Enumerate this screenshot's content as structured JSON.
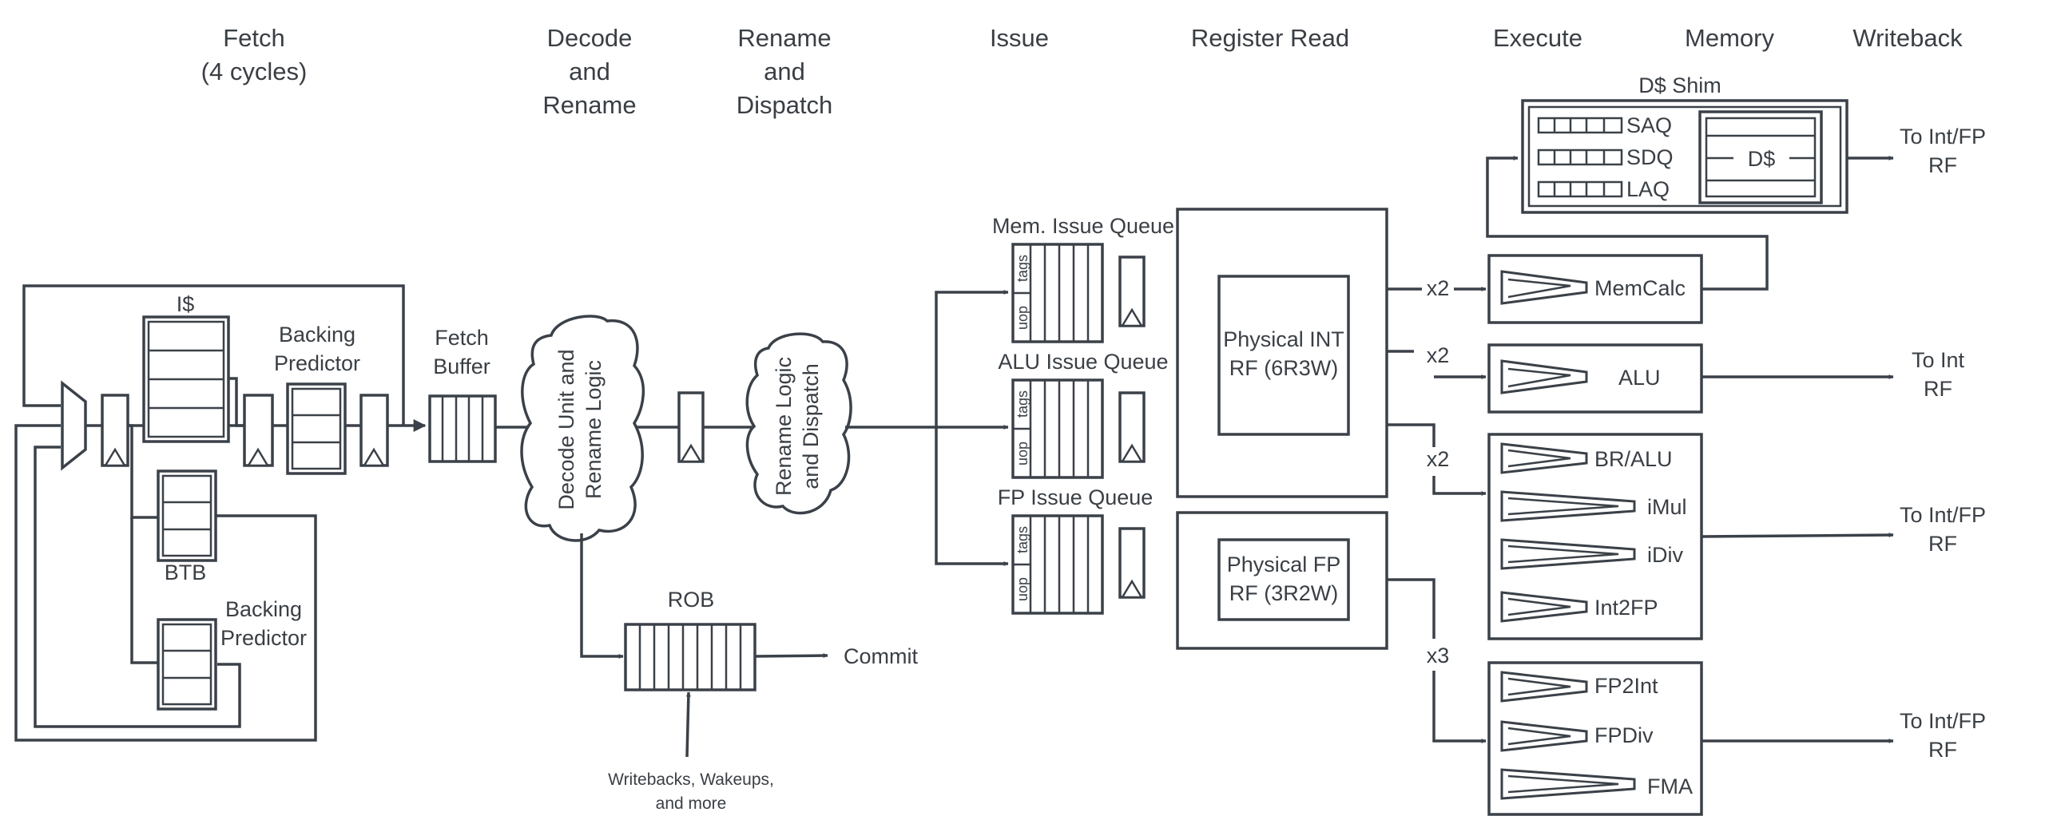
{
  "stages": {
    "fetch": [
      "Fetch",
      "(4 cycles)"
    ],
    "decode": [
      "Decode",
      "and",
      "Rename"
    ],
    "rename": [
      "Rename",
      "and",
      "Dispatch"
    ],
    "issue": "Issue",
    "register_read": "Register Read",
    "execute": "Execute",
    "memory": "Memory",
    "writeback": "Writeback"
  },
  "frontend": {
    "icache": "I$",
    "backing_predictor_1": [
      "Backing",
      "Predictor"
    ],
    "btb": "BTB",
    "backing_predictor_2": [
      "Backing",
      "Predictor"
    ],
    "fetch_buffer": [
      "Fetch",
      "Buffer"
    ]
  },
  "decode": {
    "unit": [
      "Decode Unit and",
      "Rename Logic"
    ],
    "rename": [
      "Rename Logic",
      "and Dispatch"
    ]
  },
  "rob": {
    "title": "ROB",
    "commit": "Commit",
    "inputs": [
      "Writebacks, Wakeups,",
      "and more"
    ]
  },
  "queues": {
    "mem": "Mem. Issue Queue",
    "alu": "ALU Issue Queue",
    "fp": "FP Issue Queue",
    "tags": "tags",
    "uop": "uop"
  },
  "regfiles": {
    "int": [
      "Physical INT",
      "RF (6R3W)"
    ],
    "fp": [
      "Physical FP",
      "RF (3R2W)"
    ]
  },
  "multipliers": {
    "mem": "x2",
    "alu": "x2",
    "brgroup": "x2",
    "fpgroup": "x3"
  },
  "dshim": {
    "title": "D$ Shim",
    "saq": "SAQ",
    "sdq": "SDQ",
    "laq": "LAQ",
    "dcache": "D$"
  },
  "units": {
    "memcalc": "MemCalc",
    "alu": "ALU",
    "bralu": "BR/ALU",
    "imul": "iMul",
    "idiv": "iDiv",
    "int2fp": "Int2FP",
    "fp2int": "FP2Int",
    "fpdiv": "FPDiv",
    "fma": "FMA"
  },
  "outputs": {
    "dshim": [
      "To Int/FP",
      "RF"
    ],
    "alu": [
      "To Int",
      "RF"
    ],
    "brgroup": [
      "To Int/FP",
      "RF"
    ],
    "fpgroup": [
      "To Int/FP",
      "RF"
    ]
  }
}
